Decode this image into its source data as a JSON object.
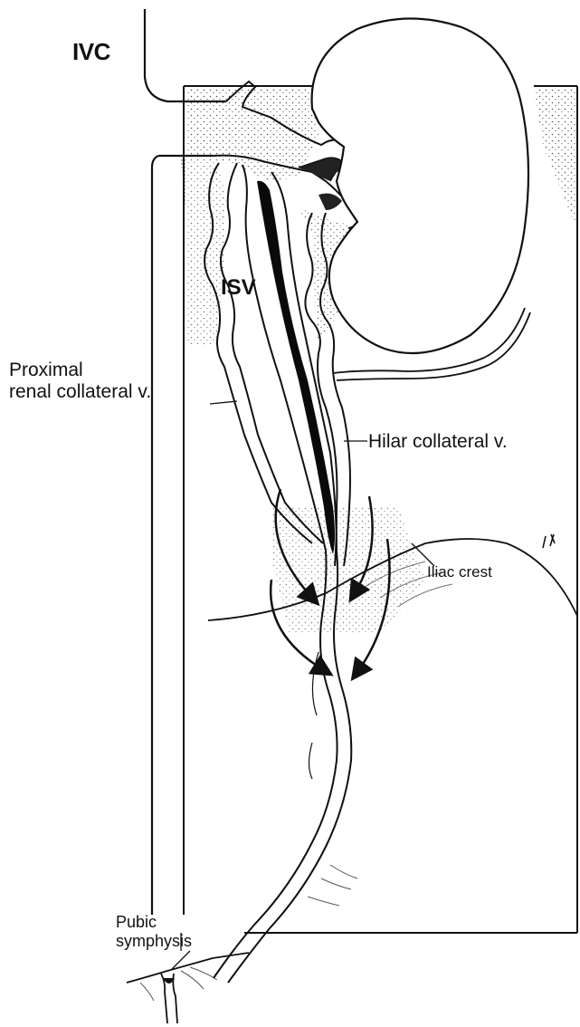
{
  "labels": {
    "ivc": "IVC",
    "isv": "ISV",
    "proximal_renal_collateral_line1": "Proximal",
    "proximal_renal_collateral_line2": "renal collateral v.",
    "hilar_collateral": "Hilar collateral v.",
    "iliac_crest": "Iliac crest",
    "pubic_symphysis_line1": "Pubic",
    "pubic_symphysis_line2": "symphysis"
  },
  "colors": {
    "ink": "#111111",
    "background": "#ffffff",
    "vein_fill": "#ffffff",
    "stipple": "#555555"
  }
}
